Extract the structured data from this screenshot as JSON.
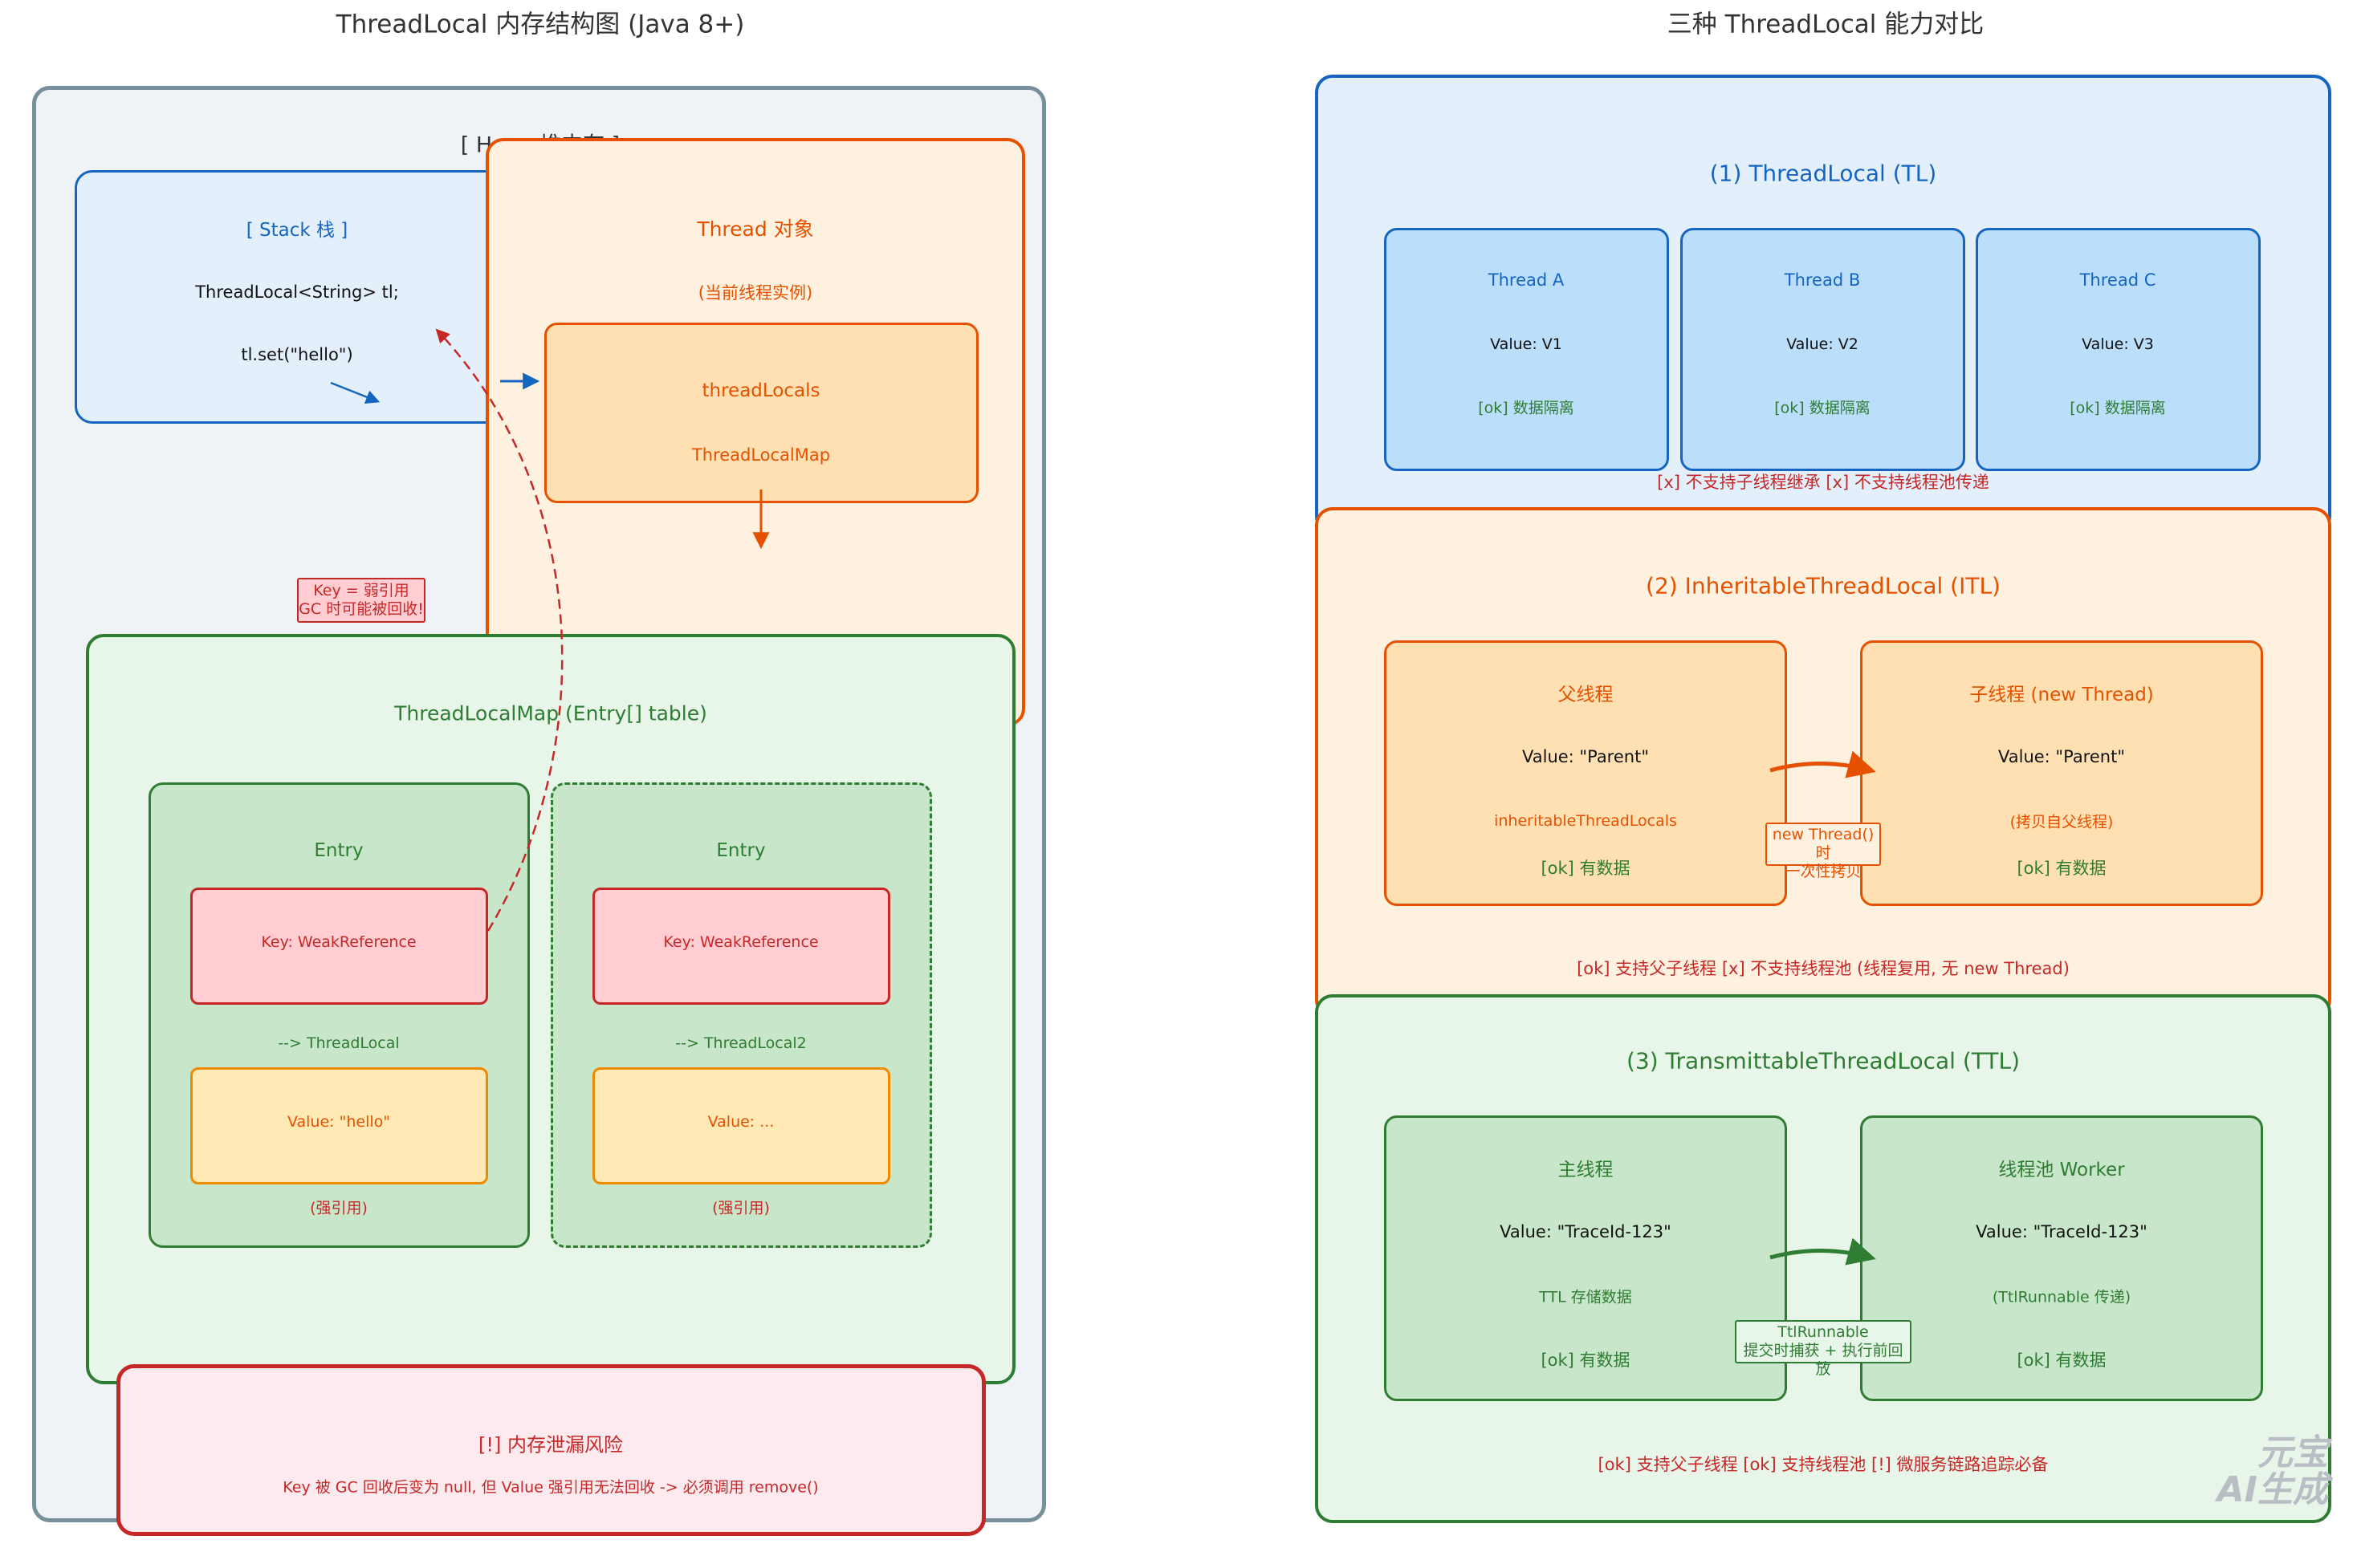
{
  "left": {
    "title": "ThreadLocal 内存结构图 (Java 8+)",
    "heap_label": "[ Heap 堆内存 ]",
    "stack": {
      "title": "[ Stack 栈 ]",
      "line1": "ThreadLocal<String> tl;",
      "line2": "tl.set(\"hello\")"
    },
    "thread": {
      "title": "Thread 对象",
      "subtitle": "(当前线程实例)",
      "field_name": "threadLocals",
      "field_type": "ThreadLocalMap"
    },
    "weak_note": {
      "line1": "Key = 弱引用",
      "line2": "GC 时可能被回收!"
    },
    "map": {
      "title": "ThreadLocalMap  (Entry[] table)",
      "entries": [
        {
          "title": "Entry",
          "key": "Key: WeakReference",
          "ref": "--> ThreadLocal",
          "value": "Value: \"hello\"",
          "note": "(强引用)"
        },
        {
          "title": "Entry",
          "key": "Key: WeakReference",
          "ref": "--> ThreadLocal2",
          "value": "Value: ...",
          "note": "(强引用)"
        }
      ]
    },
    "leak": {
      "title": "[!] 内存泄漏风险",
      "desc": "Key 被 GC 回收后变为 null, 但 Value 强引用无法回收 -> 必须调用 remove()"
    }
  },
  "right": {
    "title": "三种 ThreadLocal 能力对比",
    "tl": {
      "title": "(1) ThreadLocal (TL)",
      "threads": [
        {
          "name": "Thread A",
          "value": "Value: V1",
          "status": "[ok] 数据隔离"
        },
        {
          "name": "Thread B",
          "value": "Value: V2",
          "status": "[ok] 数据隔离"
        },
        {
          "name": "Thread C",
          "value": "Value: V3",
          "status": "[ok] 数据隔离"
        }
      ],
      "footer": "[x] 不支持子线程继承    [x] 不支持线程池传递"
    },
    "itl": {
      "title": "(2) InheritableThreadLocal (ITL)",
      "parent": {
        "name": "父线程",
        "value": "Value: \"Parent\"",
        "detail": "inheritableThreadLocals",
        "status": "[ok] 有数据"
      },
      "child": {
        "name": "子线程 (new Thread)",
        "value": "Value: \"Parent\"",
        "detail": "(拷贝自父线程)",
        "status": "[ok] 有数据"
      },
      "arrow_label": {
        "line1": "new Thread() 时",
        "line2": "一次性拷贝"
      },
      "footer": "[ok] 支持父子线程    [x] 不支持线程池 (线程复用, 无 new Thread)"
    },
    "ttl": {
      "title": "(3) TransmittableThreadLocal (TTL)",
      "main": {
        "name": "主线程",
        "value": "Value: \"TraceId-123\"",
        "detail": "TTL 存储数据",
        "status": "[ok] 有数据"
      },
      "worker": {
        "name": "线程池 Worker",
        "value": "Value: \"TraceId-123\"",
        "detail": "(TtlRunnable 传递)",
        "status": "[ok] 有数据"
      },
      "arrow_label": {
        "line1": "TtlRunnable",
        "line2": "提交时捕获 + 执行前回放"
      },
      "footer": "[ok] 支持父子线程    [ok] 支持线程池    [!] 微服务链路追踪必备"
    }
  },
  "watermark": {
    "line1": "元宝",
    "line2": "AI生成"
  },
  "colors": {
    "blue": "#1565c0",
    "blue_bg": "#e3f0fb",
    "blue_fill": "#bbdefb",
    "orange": "#e65100",
    "orange_bg": "#fff1df",
    "orange_fill": "#ffe0b2",
    "green": "#2e7d32",
    "green_bg": "#e8f5e9",
    "green_fill": "#c8e6c9",
    "red": "#c62828",
    "red_bg": "#fdeaee",
    "red_fill": "#ffcdd2",
    "gray": "#78909c",
    "gray_bg": "#eff3f7",
    "yellow_fill": "#ffe9b5"
  }
}
